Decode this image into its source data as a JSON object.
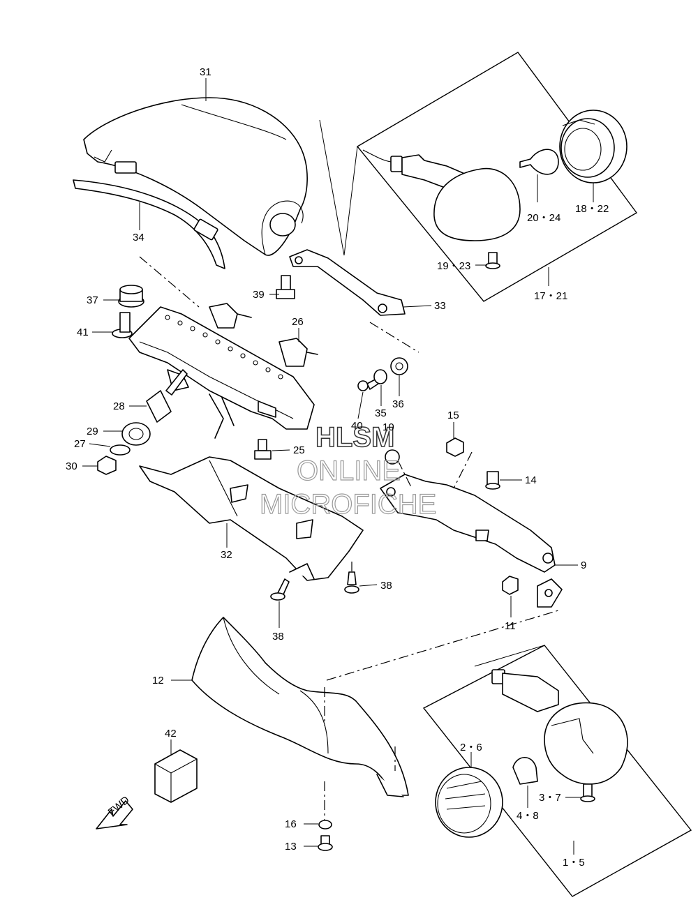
{
  "watermark": {
    "line1": "HLSM",
    "line2": "ONLINE",
    "line3": "MICROFICHE"
  },
  "fwd_label": "FWD",
  "callouts": [
    {
      "id": "31",
      "label": "31"
    },
    {
      "id": "34",
      "label": "34"
    },
    {
      "id": "37",
      "label": "37"
    },
    {
      "id": "41",
      "label": "41"
    },
    {
      "id": "39",
      "label": "39"
    },
    {
      "id": "33",
      "label": "33"
    },
    {
      "id": "26",
      "label": "26"
    },
    {
      "id": "40",
      "label": "40"
    },
    {
      "id": "35",
      "label": "35"
    },
    {
      "id": "36",
      "label": "36"
    },
    {
      "id": "28",
      "label": "28"
    },
    {
      "id": "29",
      "label": "29"
    },
    {
      "id": "27",
      "label": "27"
    },
    {
      "id": "30",
      "label": "30"
    },
    {
      "id": "25",
      "label": "25"
    },
    {
      "id": "10",
      "label": "10"
    },
    {
      "id": "15",
      "label": "15"
    },
    {
      "id": "14",
      "label": "14"
    },
    {
      "id": "9",
      "label": "9"
    },
    {
      "id": "11",
      "label": "11"
    },
    {
      "id": "32",
      "label": "32"
    },
    {
      "id": "38a",
      "label": "38"
    },
    {
      "id": "38b",
      "label": "38"
    },
    {
      "id": "12",
      "label": "12"
    },
    {
      "id": "42",
      "label": "42"
    },
    {
      "id": "16",
      "label": "16"
    },
    {
      "id": "13",
      "label": "13"
    },
    {
      "id": "20_24",
      "label": "20・24"
    },
    {
      "id": "18_22",
      "label": "18・22"
    },
    {
      "id": "19_23",
      "label": "19・23"
    },
    {
      "id": "17_21",
      "label": "17・21"
    },
    {
      "id": "2_6",
      "label": "2・6"
    },
    {
      "id": "3_7",
      "label": "3・7"
    },
    {
      "id": "4_8",
      "label": "4・8"
    },
    {
      "id": "1_5",
      "label": "1・5"
    }
  ]
}
